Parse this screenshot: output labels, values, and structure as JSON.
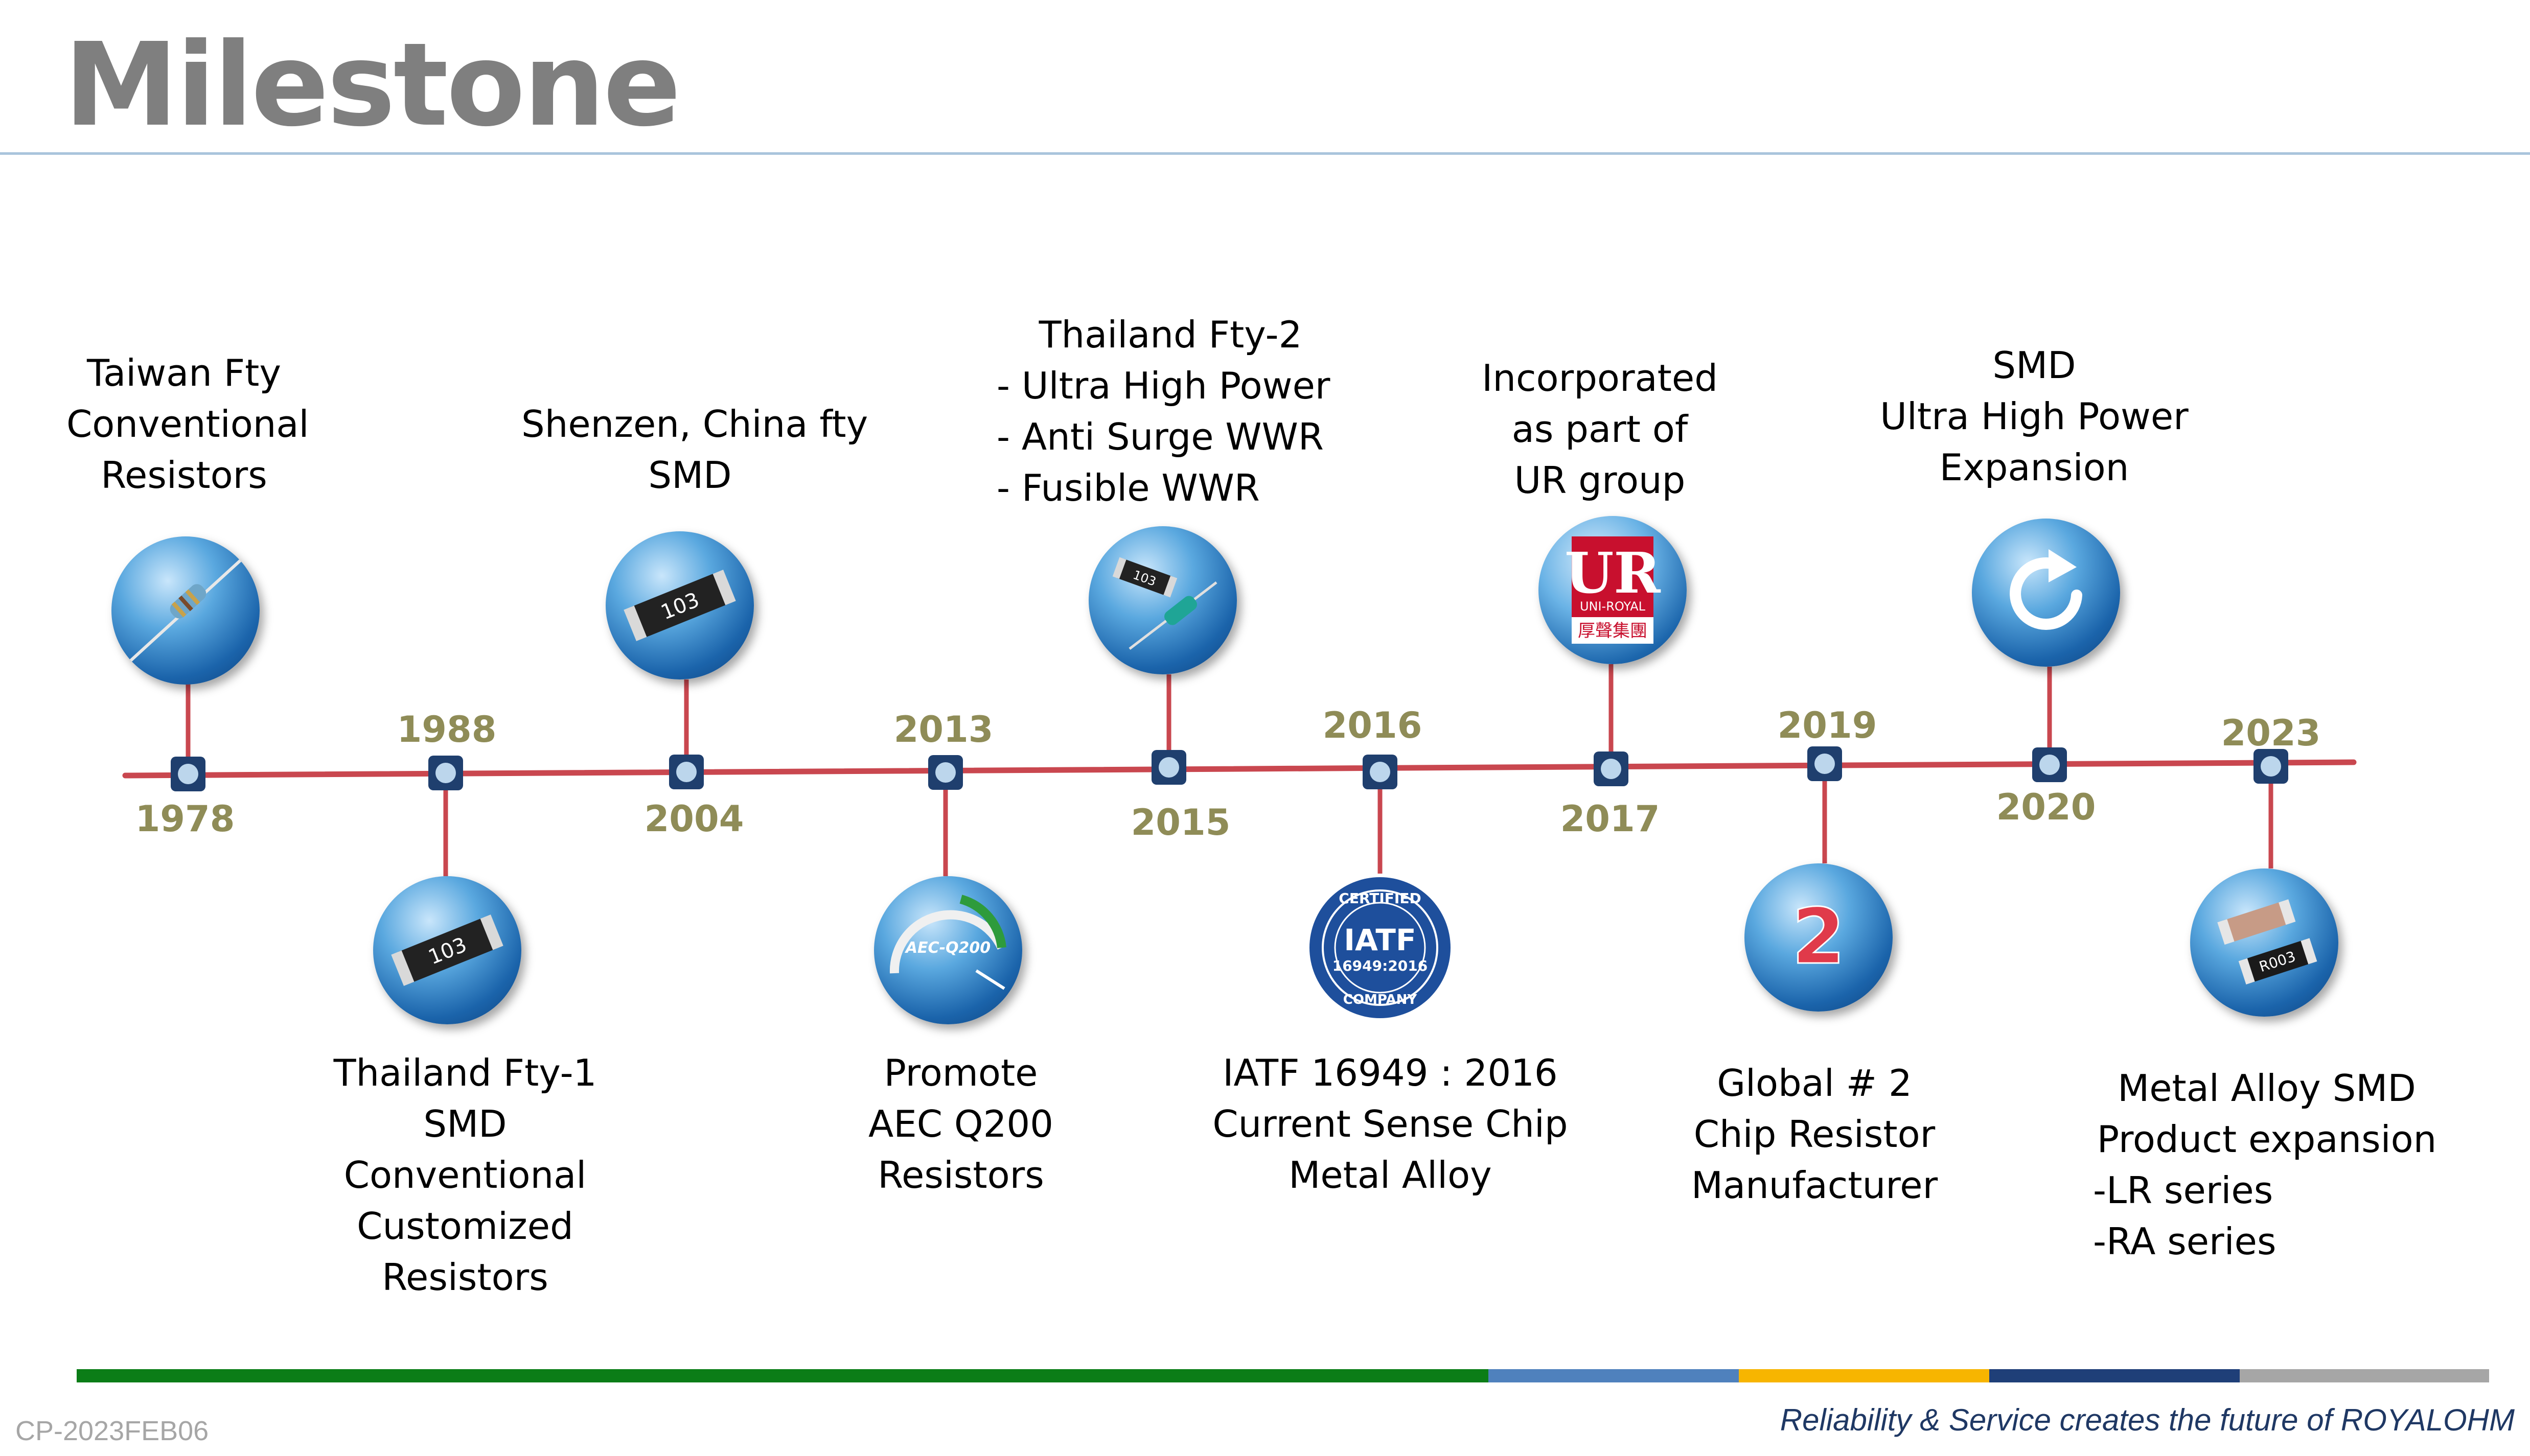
{
  "page": {
    "title": "Milestone",
    "footer_code": "CP-2023FEB06",
    "slogan": "Reliability & Service creates the future of ROYALOHM"
  },
  "colors": {
    "timeline": "#c9474f",
    "node_fill": "#bcd6ec",
    "node_border": "#1f3f6e",
    "year": "#8f8c57",
    "title": "#7f7f7f",
    "bar_green": "#0b7d17",
    "bar_blue": "#4f81bd",
    "bar_yellow": "#f7b500",
    "bar_navy": "#1f3f78",
    "bar_gray": "#a6a6a6"
  },
  "milestones": [
    {
      "year": "1978",
      "lines": [
        "Taiwan Fty",
        "Conventional",
        "Resistors"
      ],
      "icon": "axial-resistor-icon"
    },
    {
      "year": "1988",
      "lines": [
        "Thailand Fty-1",
        "SMD",
        "Conventional",
        "Customized",
        "Resistors"
      ],
      "icon": "smd-chip-icon",
      "chip_text": "103"
    },
    {
      "year": "2004",
      "lines": [
        "Shenzen, China fty",
        "SMD"
      ],
      "icon": "smd-chip-icon",
      "chip_text": "103"
    },
    {
      "year": "2013",
      "lines": [
        "Promote",
        "AEC Q200",
        "Resistors"
      ],
      "icon": "aec-gauge-icon",
      "badge_text": "AEC-Q200"
    },
    {
      "year": "2015",
      "lines": [
        "Thailand Fty-2",
        "- Ultra High Power",
        "- Anti Surge WWR",
        "- Fusible WWR"
      ],
      "icon": "resistor-pair-icon",
      "chip_text": "103"
    },
    {
      "year": "2016",
      "lines": [
        "IATF 16949 : 2016",
        "Current Sense Chip",
        "Metal Alloy"
      ],
      "icon": "iatf-seal-icon",
      "seal": {
        "top": "CERTIFIED",
        "mid": "IATF",
        "std": "16949:2016",
        "bottom": "COMPANY"
      }
    },
    {
      "year": "2017",
      "lines": [
        "Incorporated",
        "as part of",
        "UR group"
      ],
      "icon": "uniroyal-logo-icon",
      "logo": {
        "mark": "UR",
        "sub": "UNI-ROYAL",
        "cn": "厚聲集團"
      }
    },
    {
      "year": "2019",
      "lines": [
        "Global # 2",
        "Chip Resistor",
        "Manufacturer"
      ],
      "icon": "number-two-icon",
      "glyph": "2"
    },
    {
      "year": "2020",
      "lines": [
        "SMD",
        "Ultra High Power",
        "Expansion"
      ],
      "icon": "refresh-icon"
    },
    {
      "year": "2023",
      "lines": [
        "Metal Alloy SMD",
        "Product expansion",
        "-LR series",
        "-RA series"
      ],
      "icon": "metal-alloy-chip-icon",
      "chip_text": "R003"
    }
  ]
}
